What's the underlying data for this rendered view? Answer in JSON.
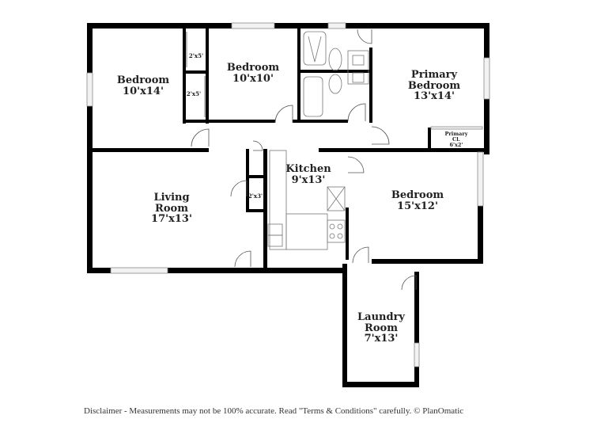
{
  "floorplan": {
    "rooms": [
      {
        "id": "bedroom-1",
        "name": "Bedroom",
        "dims": "10'x14'"
      },
      {
        "id": "bedroom-2",
        "name": "Bedroom",
        "dims": "10'x10'"
      },
      {
        "id": "primary-bedroom",
        "name": "Primary Bedroom",
        "name_line1": "Primary",
        "name_line2": "Bedroom",
        "dims": "13'x14'"
      },
      {
        "id": "primary-closet",
        "name_line1": "Primary",
        "name_line2": "Cl.",
        "dims": "6'x2'"
      },
      {
        "id": "living-room",
        "name_line1": "Living",
        "name_line2": "Room",
        "dims": "17'x13'"
      },
      {
        "id": "kitchen",
        "name": "Kitchen",
        "dims": "9'x13'"
      },
      {
        "id": "bedroom-3",
        "name": "Bedroom",
        "dims": "15'x12'"
      },
      {
        "id": "laundry-room",
        "name_line1": "Laundry",
        "name_line2": "Room",
        "dims": "7'x13'"
      },
      {
        "id": "closet-a",
        "dims": "2'x5'"
      },
      {
        "id": "closet-b",
        "dims": "2'x5'"
      },
      {
        "id": "closet-c",
        "dims": "2'x3'"
      }
    ]
  },
  "footer": {
    "disclaimer": "Disclaimer - Measurements may not be 100% accurate. Read \"Terms & Conditions\" carefully. © PlanOmatic"
  },
  "colors": {
    "wall": "#000000",
    "background": "#ffffff",
    "text": "#222222"
  }
}
